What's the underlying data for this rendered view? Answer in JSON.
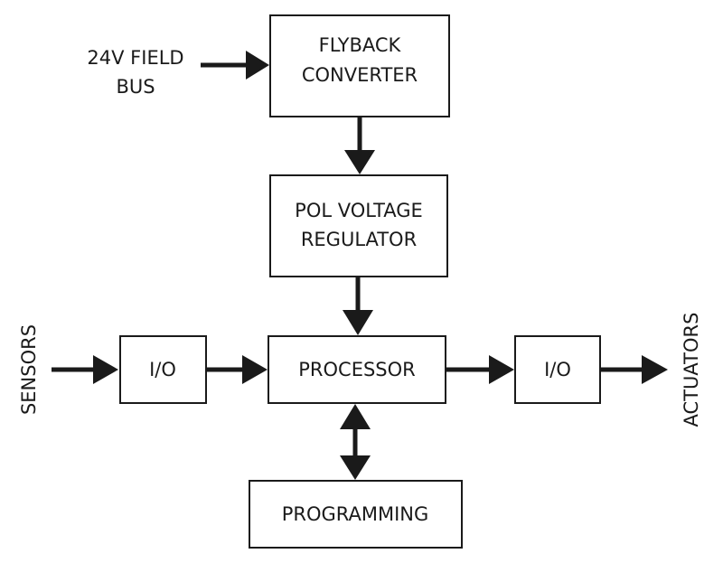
{
  "diagram": {
    "input": {
      "line1": "24V FIELD",
      "line2": "BUS"
    },
    "flyback": {
      "line1": "FLYBACK",
      "line2": "CONVERTER"
    },
    "pol": {
      "line1": "POL VOLTAGE",
      "line2": "REGULATOR"
    },
    "processor": "PROCESSOR",
    "io_left": "I/O",
    "io_right": "I/O",
    "programming": "PROGRAMMING",
    "sensors": "SENSORS",
    "actuators": "ACTUATORS"
  }
}
